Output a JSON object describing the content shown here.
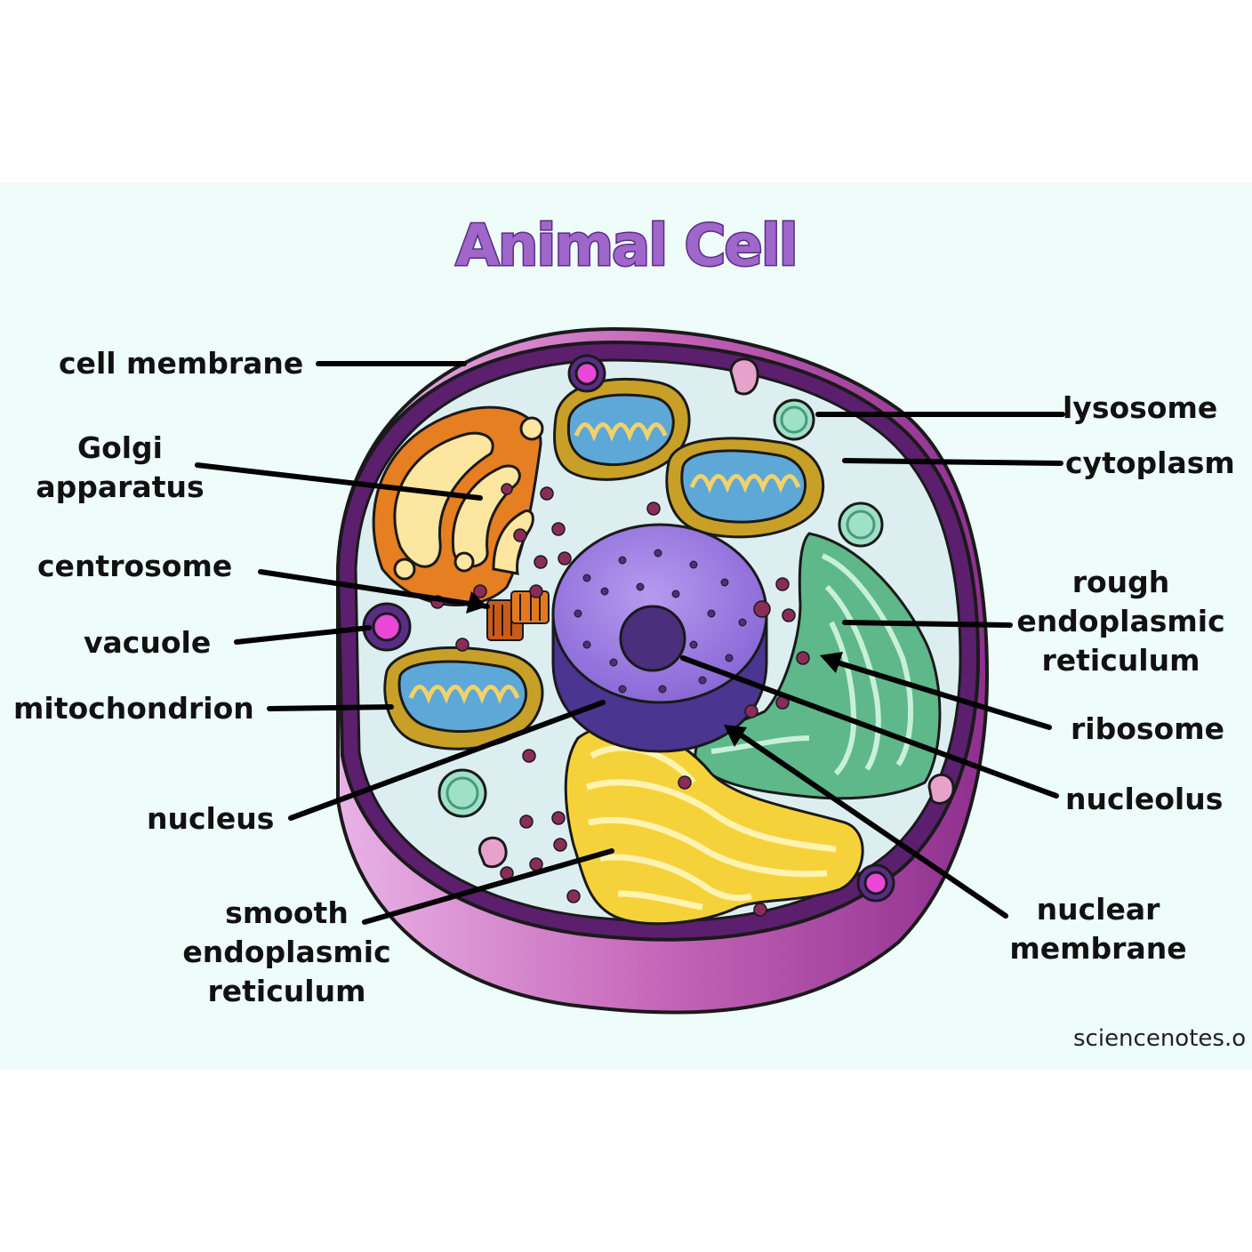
{
  "title": "Animal Cell",
  "labels": {
    "cell_membrane": "cell membrane",
    "golgi_line1": "Golgi",
    "golgi_line2": "apparatus",
    "centrosome": "centrosome",
    "vacuole": "vacuole",
    "mitochondrion": "mitochondrion",
    "nucleus": "nucleus",
    "smooth_er_line1": "smooth",
    "smooth_er_line2": "endoplasmic",
    "smooth_er_line3": "reticulum",
    "lysosome": "lysosome",
    "cytoplasm": "cytoplasm",
    "rough_er_line1": "rough",
    "rough_er_line2": "endoplasmic",
    "rough_er_line3": "reticulum",
    "ribosome": "ribosome",
    "nucleolus": "nucleolus",
    "nuclear_membrane_line1": "nuclear",
    "nuclear_membrane_line2": "membrane"
  },
  "credit": "sciencenotes.o",
  "colors": {
    "background": "#eefcfa",
    "title_fill": "#9f67c9",
    "title_outline": "#5b2c86",
    "membrane": "#5b1f6e",
    "membrane_side": "#c565b8",
    "cytoplasm": "#dceef0",
    "nucleus": "#9d7fe0",
    "nucleolus": "#4a2f7c",
    "rough_er": "#5eb88a",
    "smooth_er": "#f6d23a",
    "golgi": "#e67e22",
    "mitochondrion_outer": "#c8a028",
    "mitochondrion_inner": "#5ea8d8",
    "lysosome": "#9ee0c8",
    "vacuole": "#ea46d8",
    "ribosome": "#8a2c5a",
    "centrosome": "#e3791f"
  }
}
